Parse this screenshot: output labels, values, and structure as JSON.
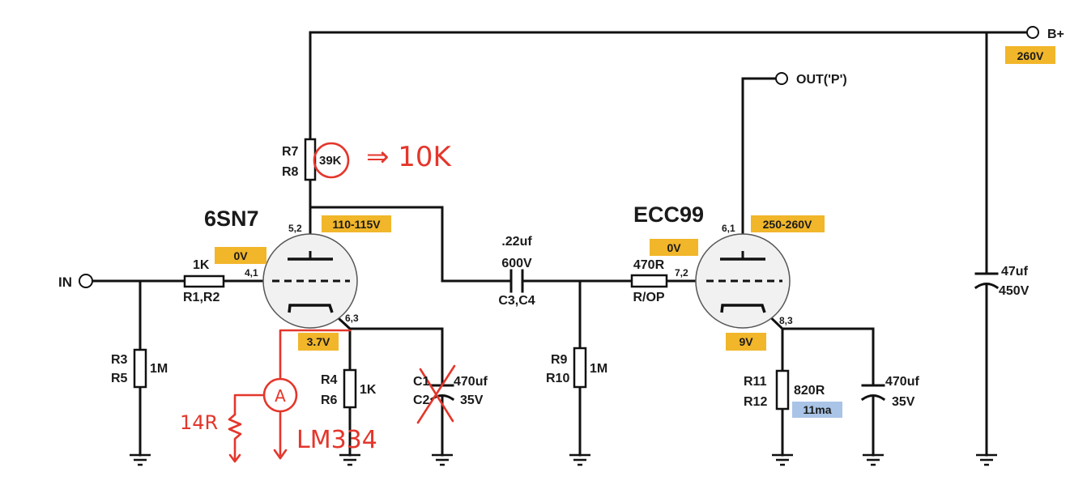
{
  "supply": {
    "label": "B+",
    "voltage": "260V"
  },
  "output": {
    "label": "OUT('P')"
  },
  "input": {
    "label": "IN"
  },
  "tube1": {
    "name": "6SN7",
    "pins_plate": "5,2",
    "pins_grid": "4,1",
    "pins_cathode": "6,3",
    "plate_v": "110-115V",
    "grid_v": "0V",
    "cathode_v": "3.7V"
  },
  "tube2": {
    "name": "ECC99",
    "pins_plate": "6,1",
    "pins_grid": "7,2",
    "pins_cathode": "8,3",
    "plate_v": "250-260V",
    "grid_v": "0V",
    "cathode_v": "9V"
  },
  "r_grid_stop1": {
    "value": "1K",
    "ref": "R1,R2"
  },
  "r_grid_leak1": {
    "ref1": "R3",
    "ref2": "R5",
    "value": "1M"
  },
  "r_plate1": {
    "ref1": "R7",
    "ref2": "R8",
    "value": "39K"
  },
  "r_cathode1": {
    "ref1": "R4",
    "ref2": "R6",
    "value": "1K"
  },
  "c_cathode1": {
    "ref1": "C1",
    "ref2": "C2",
    "value1": "470uf",
    "value2": "35V"
  },
  "c_coupling": {
    "value1": ".22uf",
    "value2": "600V",
    "ref": "C3,C4"
  },
  "r_grid_leak2": {
    "ref1": "R9",
    "ref2": "R10",
    "value": "1M"
  },
  "r_grid_stop2": {
    "value": "470R",
    "ref": "R/OP"
  },
  "r_cathode2": {
    "ref1": "R11",
    "ref2": "R12",
    "value": "820R",
    "current": "11ma"
  },
  "c_cathode2": {
    "value1": "470uf",
    "value2": "35V"
  },
  "c_supply": {
    "value1": "47uf",
    "value2": "450V"
  },
  "annotations": {
    "plate_change": "⇒ 10K",
    "resistor": "14R",
    "ccs": "LM334",
    "meter": "A"
  },
  "colors": {
    "badge_yellow": "#f1b62a",
    "badge_blue": "#a9c4e6",
    "annotation_red": "#e4362b",
    "tube_fill": "#f1f1f1"
  }
}
